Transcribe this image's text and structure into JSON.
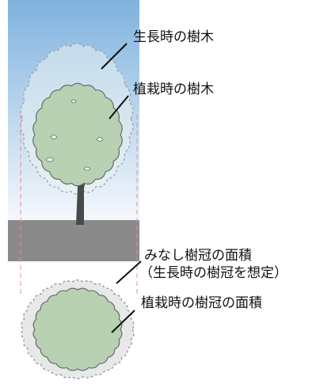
{
  "labels": {
    "mature_tree": "生長時の樹木",
    "planted_tree": "植栽時の樹木",
    "assumed_crown_area_line1": "みなし樹冠の面積",
    "assumed_crown_area_line2": "（生長時の樹冠を想定）",
    "planted_crown_area": "植栽時の樹冠の面積"
  },
  "colors": {
    "sky_top": "#7fb2de",
    "sky_bottom": "#f4f8fc",
    "ground": "#8a8a8a",
    "crown_fill": "#b7d1b2",
    "crown_stroke": "#6b6b6b",
    "trunk": "#4a4a4a",
    "mature_outline": "#9c9c9c",
    "guide_line": "#e0909a",
    "leader_line": "#111111"
  }
}
